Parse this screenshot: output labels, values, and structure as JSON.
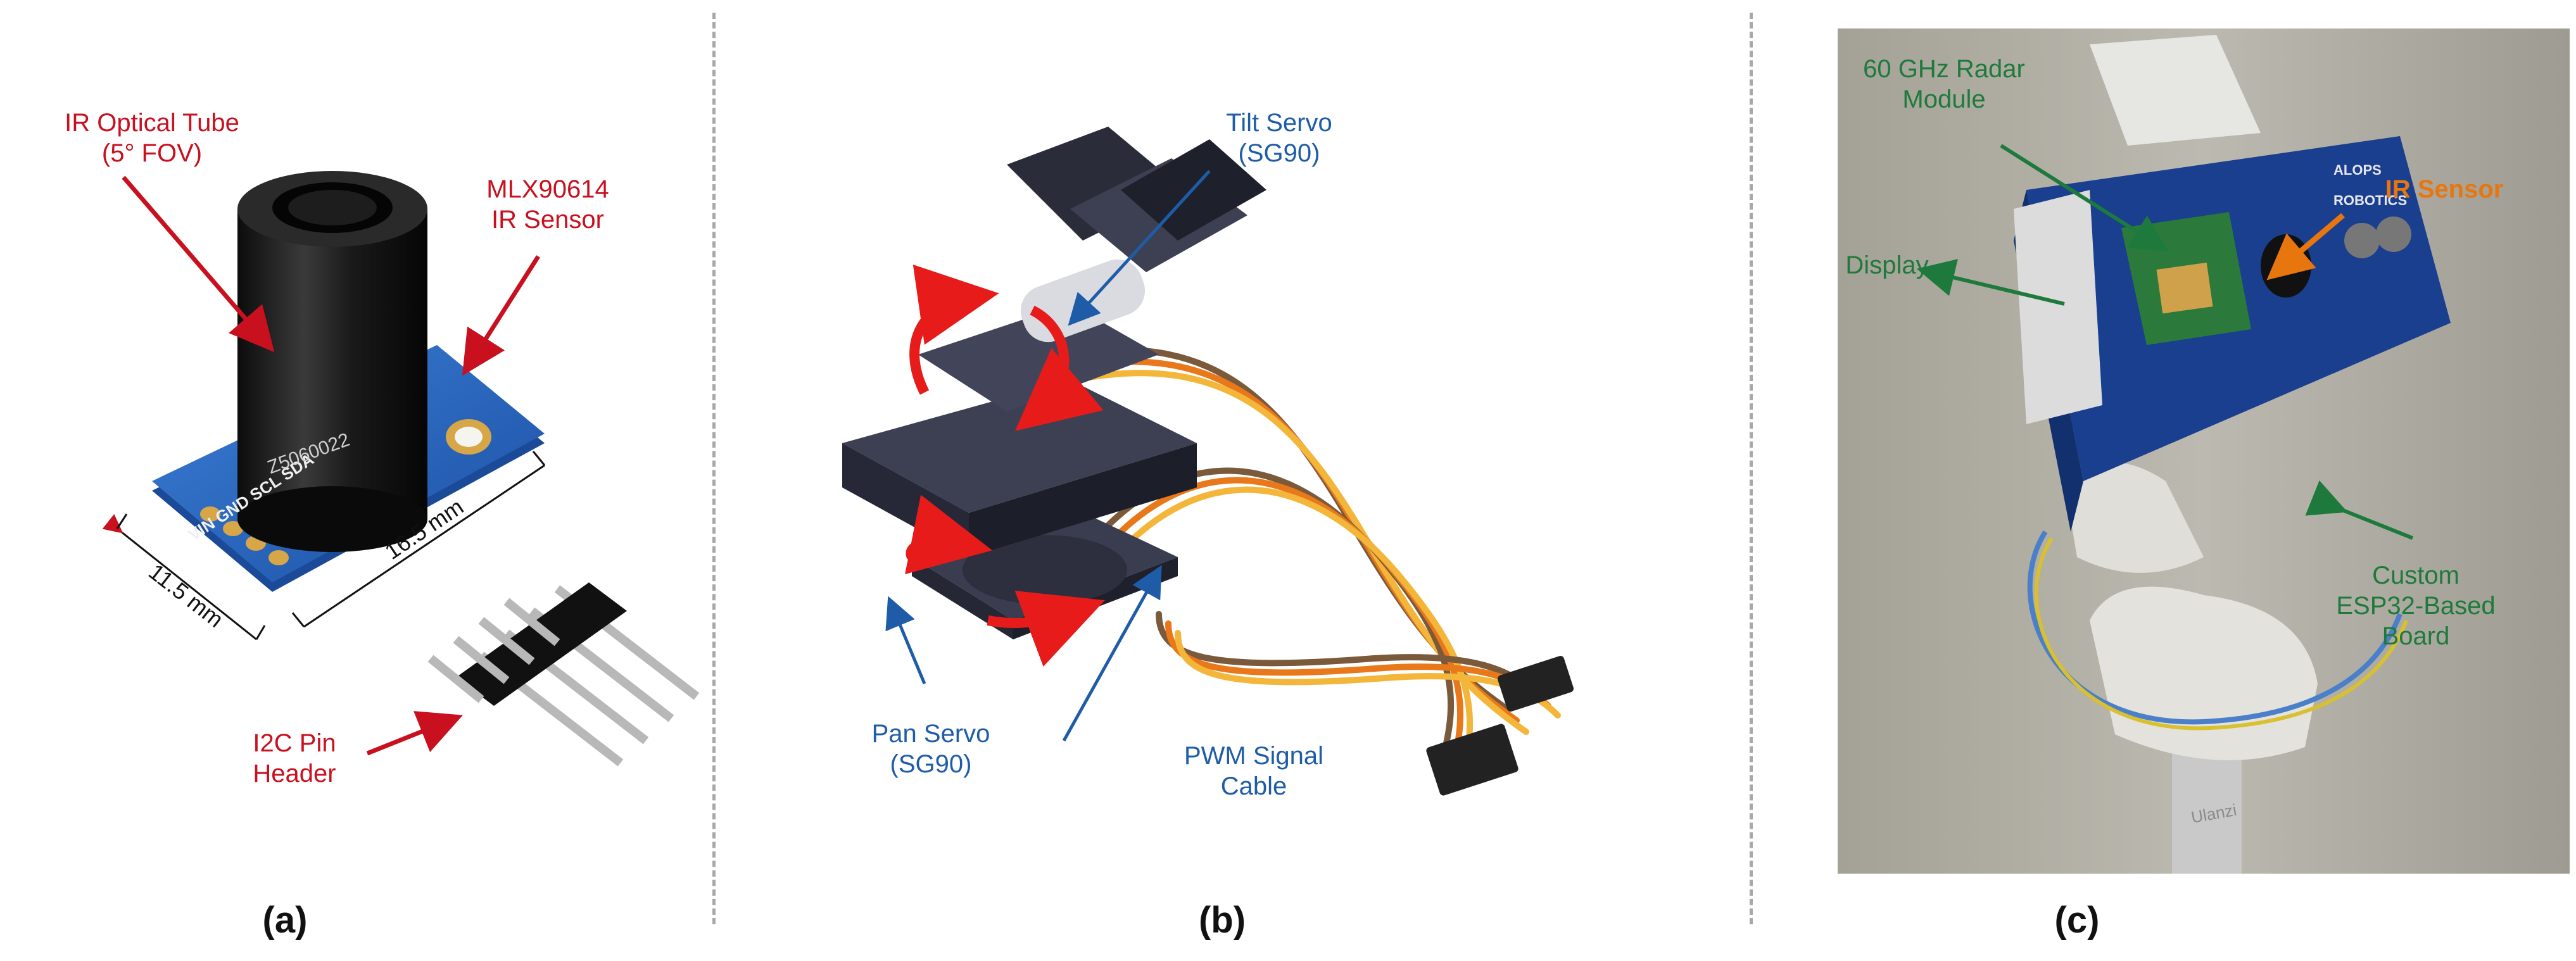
{
  "panel_a": {
    "labels": {
      "ir_tube_1": "IR Optical Tube",
      "ir_tube_2": "(5° FOV)",
      "sensor_1": "MLX90614",
      "sensor_2": "IR Sensor",
      "header_1": "I2C Pin",
      "header_2": "Header"
    },
    "dims": {
      "width": "11.5 mm",
      "length": "16.5 mm"
    },
    "pins": "VIN GND SCL SDA",
    "tube_text": "Z5060022",
    "caption": "(a)"
  },
  "panel_b": {
    "labels": {
      "tilt_1": "Tilt Servo",
      "tilt_2": "(SG90)",
      "pan_1": "Pan Servo",
      "pan_2": "(SG90)",
      "pwm_1": "PWM Signal",
      "pwm_2": "Cable"
    },
    "caption": "(b)"
  },
  "panel_c": {
    "labels": {
      "radar_1": "60 GHz Radar",
      "radar_2": "Module",
      "ir": "IR Sensor",
      "display": "Display",
      "board_1": "Custom",
      "board_2": "ESP32-Based",
      "board_3": "Board"
    },
    "board_brand_1": "ALOPS",
    "board_brand_2": "ROBOTICS",
    "tripod_brand": "Ulanzi",
    "caption": "(c)"
  },
  "colors": {
    "red_label": "#c8101f",
    "blue_label": "#1f5ca8",
    "green_label": "#1e7a3c",
    "orange_label": "#e7760f"
  }
}
